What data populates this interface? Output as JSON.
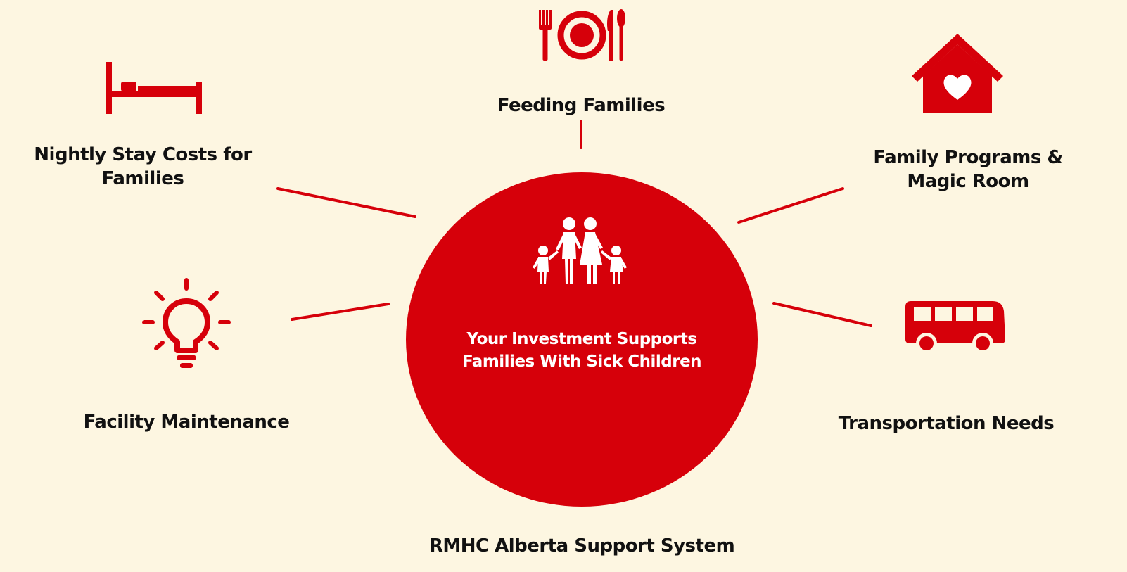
{
  "colors": {
    "background": "#fdf6e1",
    "accent": "#d6000a",
    "text": "#111111",
    "hub_text": "#ffffff"
  },
  "diagram": {
    "title": "RMHC Alberta Support System",
    "hub": {
      "icon": "family-icon",
      "line1": "Your Investment Supports",
      "line2": "Families With Sick Children"
    },
    "nodes": {
      "feeding": {
        "icon": "plate-utensils-icon",
        "line1": "Feeding Families"
      },
      "nightly": {
        "icon": "bed-icon",
        "line1": "Nightly Stay Costs for",
        "line2": "Families"
      },
      "programs": {
        "icon": "house-heart-icon",
        "line1": "Family Programs &",
        "line2": "Magic Room"
      },
      "facility": {
        "icon": "lightbulb-icon",
        "line1": "Facility Maintenance"
      },
      "transport": {
        "icon": "bus-icon",
        "line1": "Transportation Needs"
      }
    }
  }
}
